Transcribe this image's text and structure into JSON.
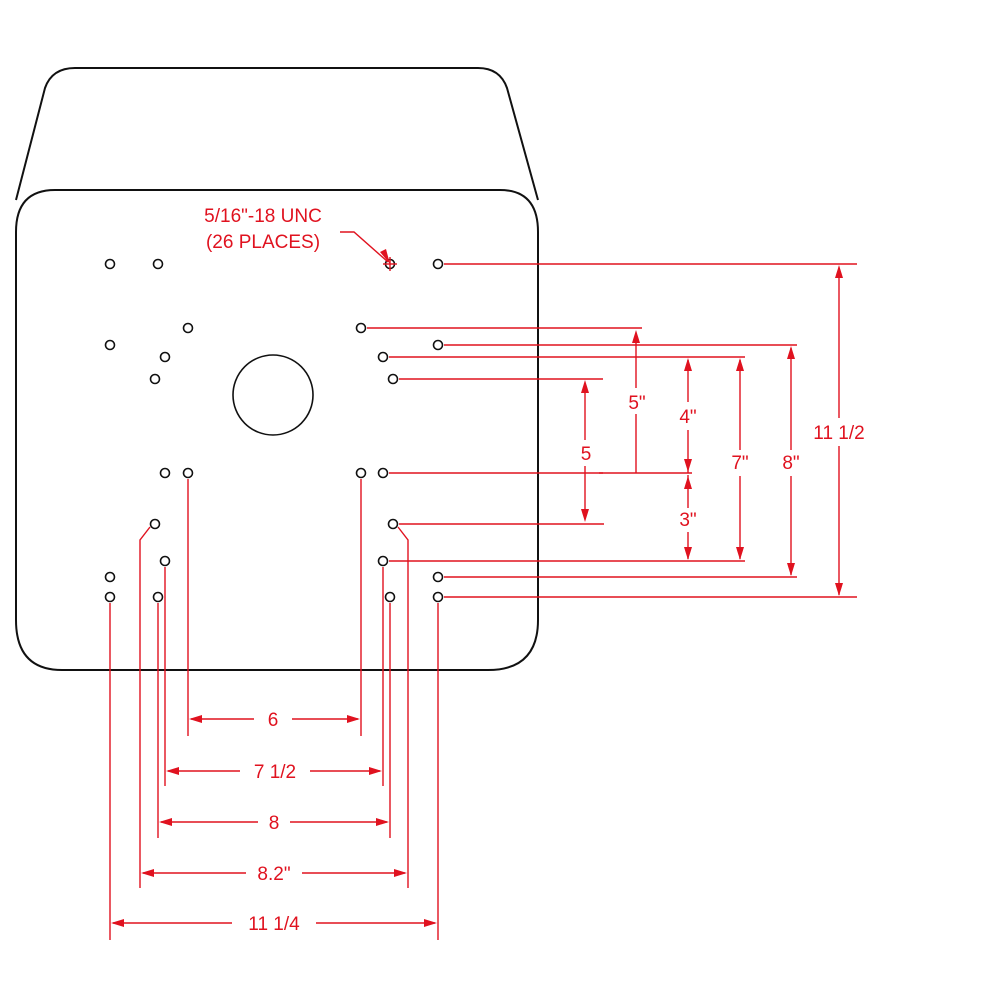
{
  "note": {
    "thread": "5/16\"-18 UNC",
    "places": "(26 PLACES)"
  },
  "dimensions": {
    "horizontal": {
      "d6": "6",
      "d7_5": "7 1/2",
      "d8": "8",
      "d8_2": "8.2\"",
      "d11_25": "11 1/4"
    },
    "vertical": {
      "d5": "5",
      "d5in": "5\"",
      "d4in": "4\"",
      "d3in": "3\"",
      "d7in": "7\"",
      "d8in": "8\"",
      "d11_5": "11 1/2"
    }
  },
  "colors": {
    "dimension": "#e0121f",
    "outline": "#111111"
  }
}
